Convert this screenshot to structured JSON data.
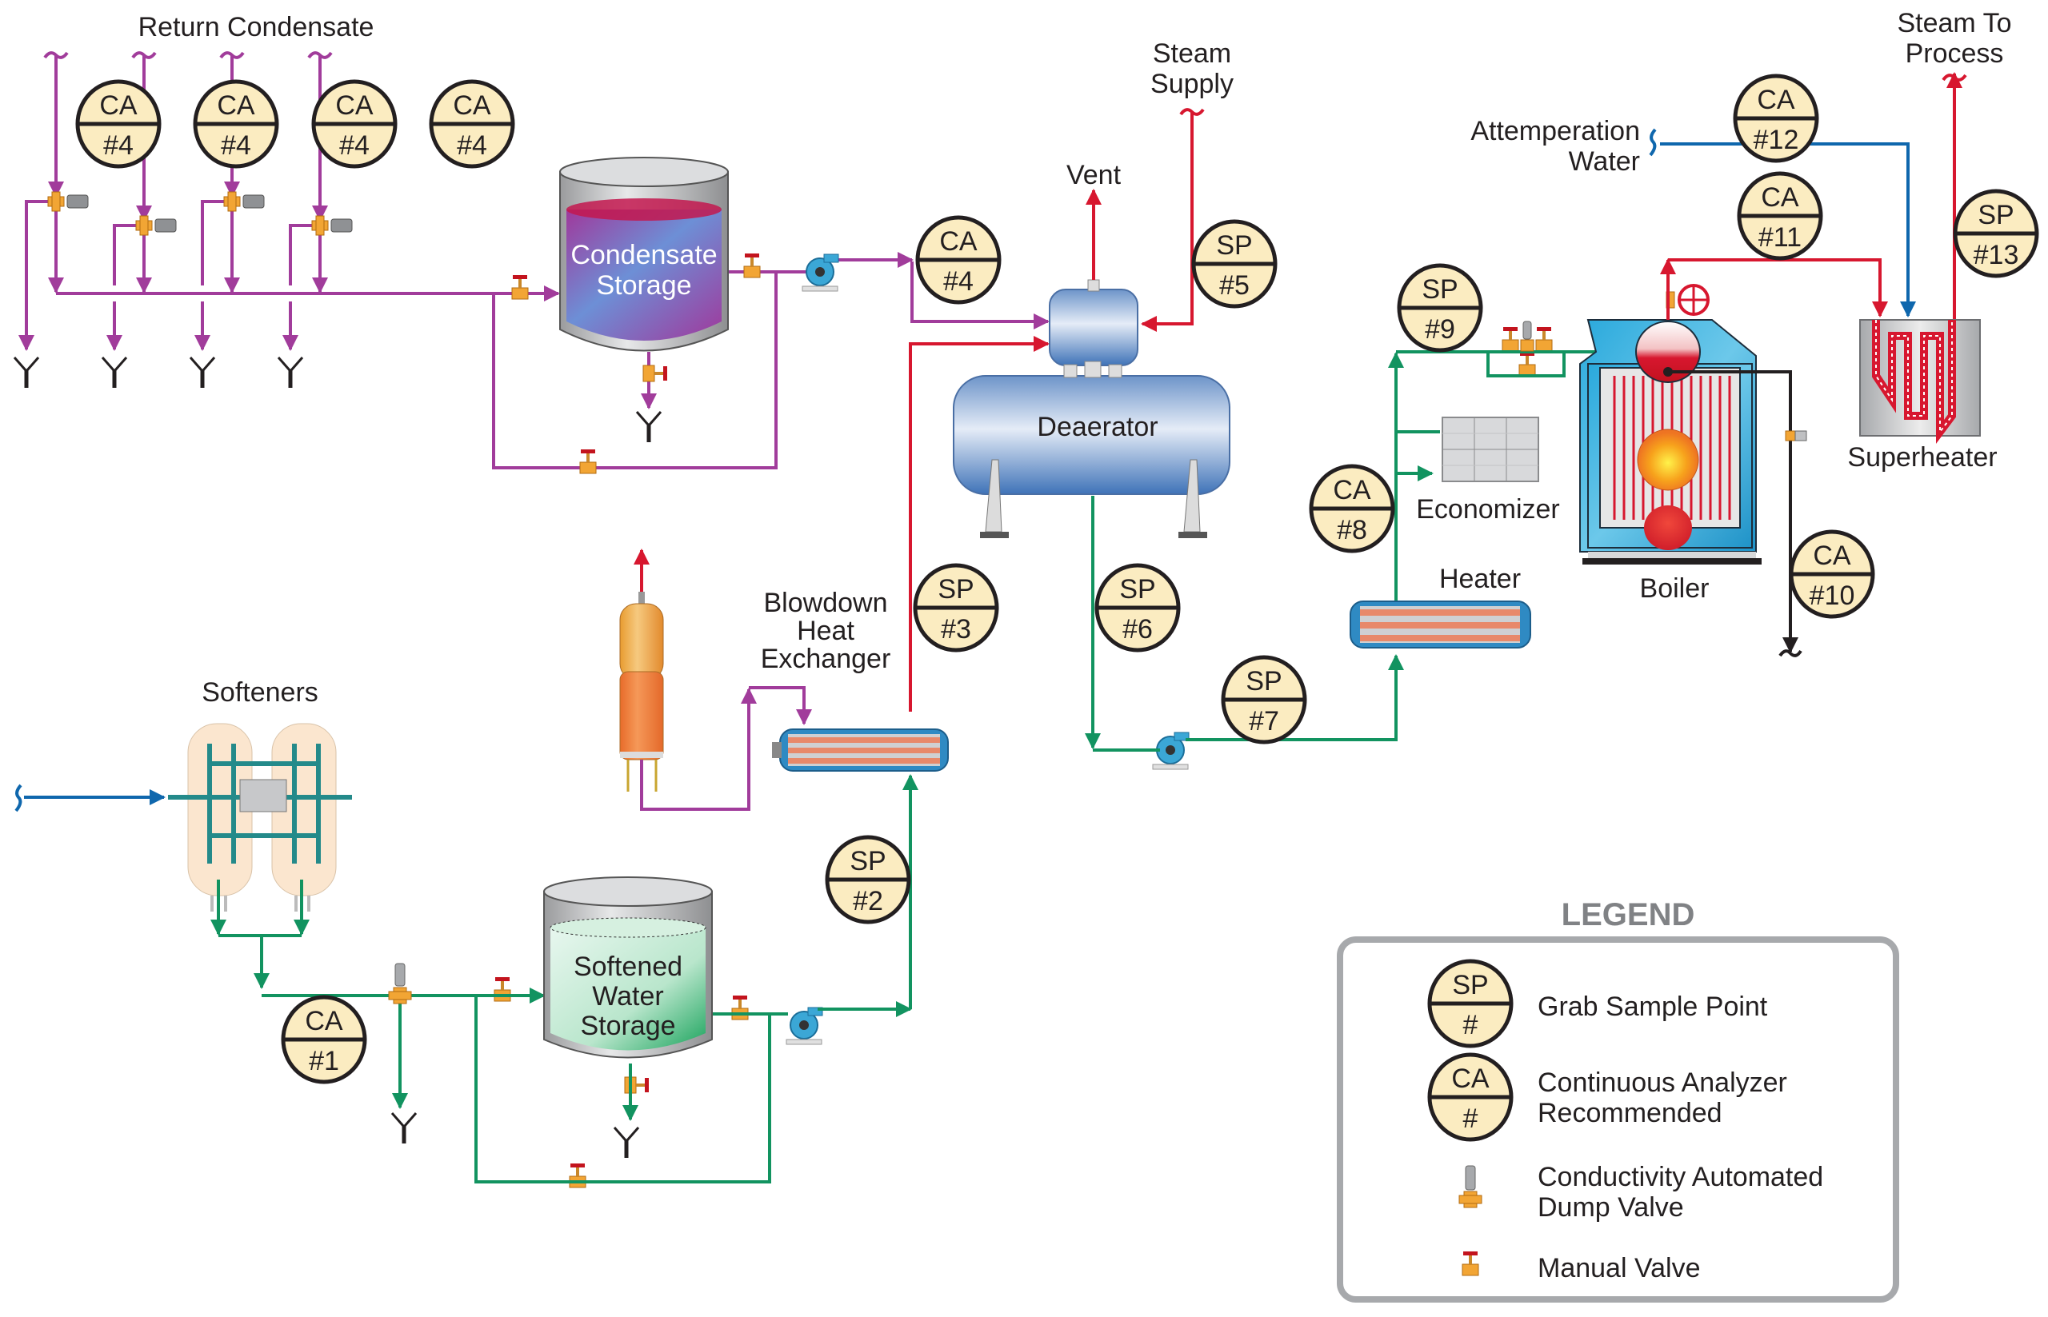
{
  "colors": {
    "condensate": "#a13c9b",
    "steam": "#d7172f",
    "feedwater": "#129360",
    "makeup_water": "#0f67ad",
    "tag_fill": "#fbecc1",
    "legend_border": "#a7a9ac"
  },
  "labels": {
    "return_condensate": "Return Condensate",
    "condensate_storage": [
      "Condensate",
      "Storage"
    ],
    "steam_supply": [
      "Steam",
      "Supply"
    ],
    "vent": "Vent",
    "deaerator": "Deaerator",
    "attemperation_water": [
      "Attemperation",
      "Water"
    ],
    "steam_to_process": [
      "Steam To",
      "Process"
    ],
    "superheater": "Superheater",
    "economizer": "Economizer",
    "boiler": "Boiler",
    "heater": "Heater",
    "blowdown_hx": [
      "Blowdown",
      "Heat",
      "Exchanger"
    ],
    "softeners": "Softeners",
    "softened_water_storage": [
      "Softened",
      "Water",
      "Storage"
    ]
  },
  "tags": [
    {
      "id": "ca4a",
      "type": "CA",
      "num": "#4"
    },
    {
      "id": "ca4b",
      "type": "CA",
      "num": "#4"
    },
    {
      "id": "ca4c",
      "type": "CA",
      "num": "#4"
    },
    {
      "id": "ca4d",
      "type": "CA",
      "num": "#4"
    },
    {
      "id": "ca4e",
      "type": "CA",
      "num": "#4"
    },
    {
      "id": "sp5",
      "type": "SP",
      "num": "#5"
    },
    {
      "id": "sp3",
      "type": "SP",
      "num": "#3"
    },
    {
      "id": "sp6",
      "type": "SP",
      "num": "#6"
    },
    {
      "id": "sp7",
      "type": "SP",
      "num": "#7"
    },
    {
      "id": "sp2",
      "type": "SP",
      "num": "#2"
    },
    {
      "id": "ca1",
      "type": "CA",
      "num": "#1"
    },
    {
      "id": "sp9",
      "type": "SP",
      "num": "#9"
    },
    {
      "id": "ca8",
      "type": "CA",
      "num": "#8"
    },
    {
      "id": "ca10",
      "type": "CA",
      "num": "#10"
    },
    {
      "id": "ca11",
      "type": "CA",
      "num": "#11"
    },
    {
      "id": "ca12",
      "type": "CA",
      "num": "#12"
    },
    {
      "id": "sp13",
      "type": "SP",
      "num": "#13"
    }
  ],
  "legend": {
    "title": "LEGEND",
    "items": [
      {
        "symbol_top": "SP",
        "symbol_bottom": "#",
        "text": [
          "Grab Sample Point"
        ]
      },
      {
        "symbol_top": "CA",
        "symbol_bottom": "#",
        "text": [
          "Continuous Analyzer",
          "Recommended"
        ]
      },
      {
        "symbol": "dump-valve",
        "text": [
          "Conductivity Automated",
          "Dump Valve"
        ]
      },
      {
        "symbol": "manual-valve",
        "text": [
          "Manual Valve"
        ]
      }
    ]
  }
}
